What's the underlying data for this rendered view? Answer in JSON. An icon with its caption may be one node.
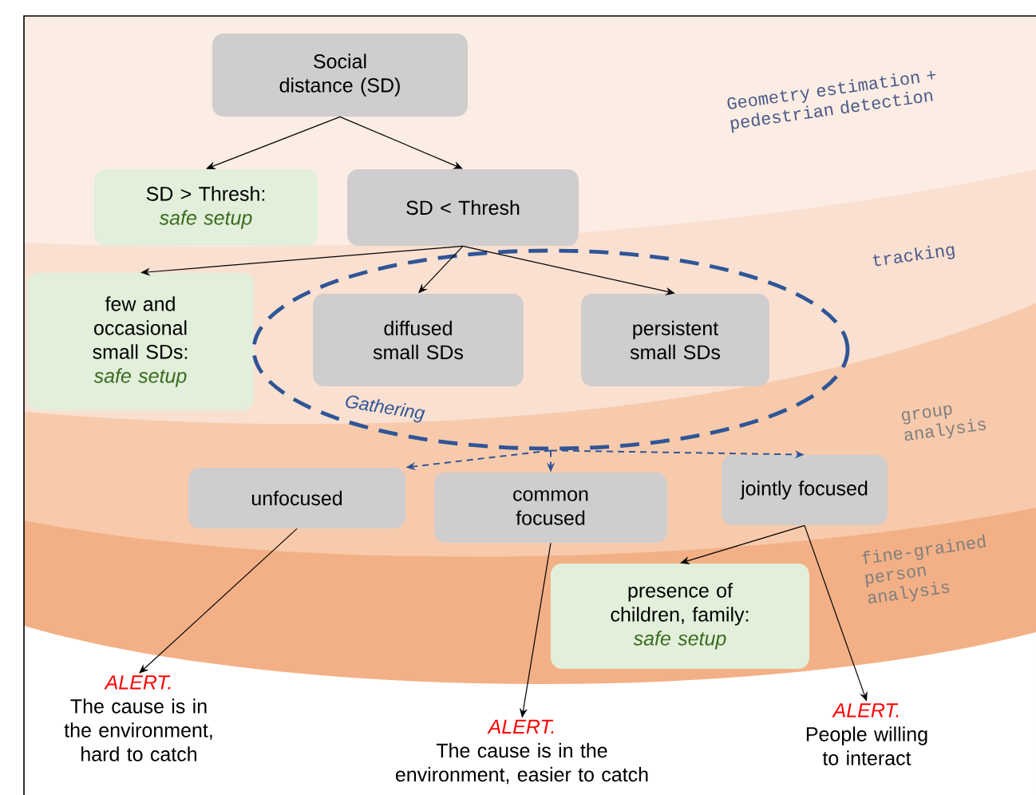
{
  "diagram": {
    "nodes": [
      {
        "text": [
          "Social distance (SD)"
        ]
      },
      {
        "text": [
          "SD > Thresh:",
          "safe setup"
        ]
      },
      {
        "text": [
          "SD < Thresh"
        ]
      },
      {
        "text": [
          "few and occasional small SDs:",
          "safe setup"
        ]
      },
      {
        "text": [
          "Gathering"
        ]
      },
      {
        "text": [
          "diffused small SDs"
        ],
        "in": 4
      },
      {
        "text": [
          "persistent small SDs"
        ],
        "in": 4
      },
      {
        "text": [
          "unfocused"
        ]
      },
      {
        "text": [
          "common focused"
        ]
      },
      {
        "text": [
          "jointly focused"
        ]
      },
      {
        "text": [
          "presence of children, family:",
          "safe setup"
        ]
      },
      {
        "text": [
          "ALERT.",
          "The cause is in the environment, hard to catch"
        ]
      },
      {
        "text": [
          "ALERT.",
          "The cause is in the environment, easier to catch"
        ]
      },
      {
        "text": [
          "ALERT.",
          "People willing to interact"
        ]
      }
    ],
    "edges": [
      {
        "from": 0,
        "to": 1,
        "arrow": "to"
      },
      {
        "from": 0,
        "to": 2,
        "arrow": "to"
      },
      {
        "from": 2,
        "to": 3,
        "arrow": "to"
      },
      {
        "from": 2,
        "to": 5,
        "arrow": "to"
      },
      {
        "from": 2,
        "to": 6,
        "arrow": "to"
      },
      {
        "from": 4,
        "to": 7,
        "arrow": "to",
        "style": "dashed",
        "color": "#2f5597"
      },
      {
        "from": 4,
        "to": 8,
        "arrow": "to",
        "style": "dashed",
        "color": "#2f5597"
      },
      {
        "from": 4,
        "to": 9,
        "arrow": "to",
        "style": "dashed",
        "color": "#2f5597"
      },
      {
        "from": 7,
        "to": 11,
        "arrow": "to"
      },
      {
        "from": 8,
        "to": 12,
        "arrow": "to"
      },
      {
        "from": 9,
        "to": 10,
        "arrow": "to"
      },
      {
        "from": 9,
        "to": 13,
        "arrow": "to"
      }
    ],
    "labels": [
      "Geometry estimation + pedestrian detection",
      "tracking",
      "group analysis",
      "fine-grained person analysis"
    ]
  }
}
